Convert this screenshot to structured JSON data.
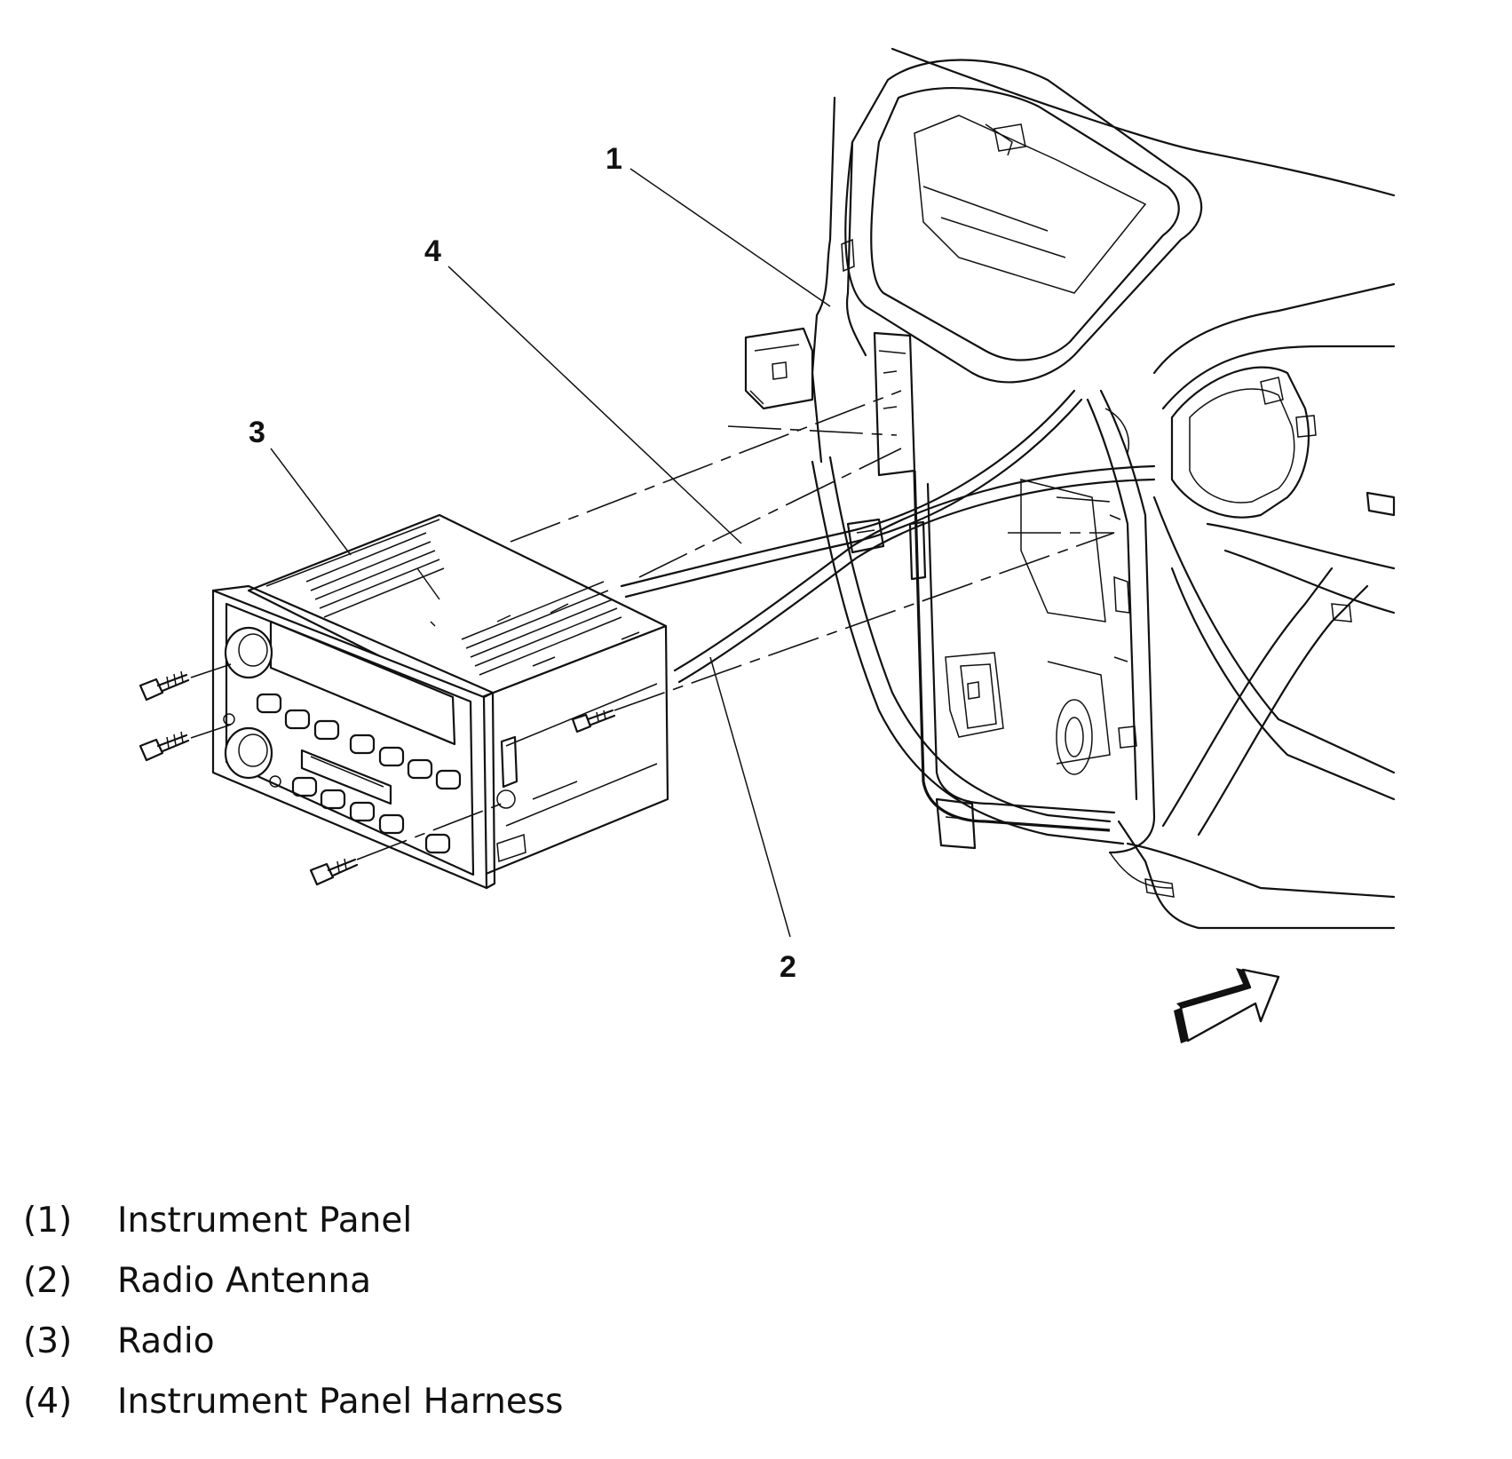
{
  "callouts": [
    {
      "number": "1",
      "label": "Instrument Panel"
    },
    {
      "number": "2",
      "label": "Radio Antenna"
    },
    {
      "number": "3",
      "label": "Radio"
    },
    {
      "number": "4",
      "label": "Instrument Panel Harness"
    }
  ],
  "legend": [
    {
      "number": "(1)",
      "label": "Instrument Panel"
    },
    {
      "number": "(2)",
      "label": "Radio Antenna"
    },
    {
      "number": "(3)",
      "label": "Radio"
    },
    {
      "number": "(4)",
      "label": "Instrument Panel Harness"
    }
  ]
}
